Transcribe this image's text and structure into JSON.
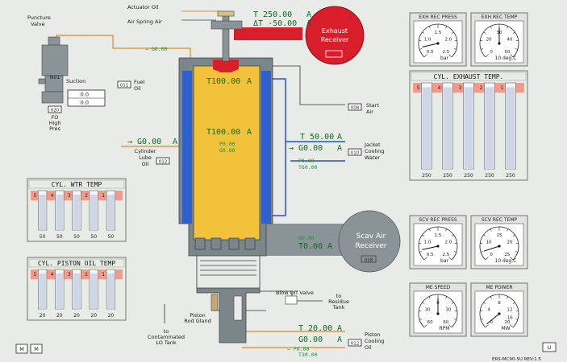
{
  "labels": {
    "puncture_valve": [
      "Puncture",
      "Valve"
    ],
    "actuator_oil": "Actuator Oil",
    "air_spring_air": "Air Spring Air",
    "exhaust_receiver": [
      "Exhaust",
      "Receiver"
    ],
    "suction": "Suction",
    "fuel_oil": [
      "Fuel",
      "Oil"
    ],
    "fo_high_pres": [
      "FO",
      "High",
      "Pres"
    ],
    "no1": "No1",
    "start_air": [
      "Start",
      "Air"
    ],
    "jacket_cooling_water": [
      "Jacket",
      "Cooling",
      "Water"
    ],
    "cylinder_lube_oil": [
      "Cylinder",
      "Lube",
      "Oil"
    ],
    "scav_air_receiver": [
      "Scav Air",
      "Receiver"
    ],
    "blow_off_valve": "Blow Off Valve",
    "to_residue_tank": [
      "to",
      "Residue",
      "Tank"
    ],
    "piston_rod_gland": [
      "Piston",
      "Rod Gland"
    ],
    "to_contaminated_lo_tank": [
      "to",
      "Contaminated",
      "LO Tank"
    ],
    "piston_cooling_oil": [
      "Piston",
      "Cooling",
      "Oil"
    ],
    "footer": "ERS-MC90-5U  REV:1.5"
  },
  "buttons": {
    "id_011": "011",
    "id_020": "020",
    "id_008": "008",
    "id_010": "010",
    "id_012": "012",
    "id_018": "018",
    "id_012b": "012",
    "bottom_left_1": "M",
    "bottom_left_2": "M",
    "bottom_right": "U"
  },
  "values": {
    "exhaust_t": "T 250.00",
    "exhaust_dt": "ΔT -50.00",
    "unit_a": "A",
    "fuel_inlet": "→ G0.00",
    "pump_val1": "0.0",
    "pump_val2": "0.0",
    "cyl_top_t": "T100.00",
    "cyl_mid_t": "T100.00",
    "cyl_p": "P0.00",
    "cyl_g": "G0.00",
    "jacket_t": "T 50.00",
    "jacket_g": "→ G0.00",
    "jacket_p": "P0.00",
    "jacket_t2": "T60.00",
    "lube_g": "→ G0.00",
    "scav_g": "G0.00",
    "scav_t": "T0.00",
    "pco_t": "T 20.00",
    "pco_g": "G0.00",
    "pco_p": "→ P0.00",
    "pco_t2": "T30.00"
  },
  "cyl_wtr_temp": {
    "title": "CYL. WTR TEMP",
    "cylinders": [
      "5",
      "4",
      "3",
      "2",
      "1"
    ],
    "values": [
      "50",
      "50",
      "50",
      "50",
      "50"
    ],
    "level": [
      0.9,
      0.9,
      0.9,
      0.9,
      0.9
    ]
  },
  "cyl_piston_oil_temp": {
    "title": "CYL. PISTON OIL TEMP",
    "cylinders": [
      "5",
      "4",
      "3",
      "2",
      "1"
    ],
    "values": [
      "20",
      "20",
      "20",
      "20",
      "20"
    ],
    "level": [
      0.9,
      0.9,
      0.9,
      0.9,
      0.9
    ]
  },
  "cyl_exhaust_temp": {
    "title": "CYL. EXHAUST TEMP.",
    "cylinders": [
      "5",
      "4",
      "3",
      "2",
      "1"
    ],
    "values": [
      "250",
      "250",
      "250",
      "250",
      "250"
    ],
    "level": [
      0.95,
      0.95,
      0.95,
      0.95,
      0.95
    ]
  },
  "gauges": [
    {
      "key": "exh_rec_press",
      "title": "EXH REC PRESS",
      "min": "0.5",
      "max": "2.5",
      "t1": "1.0",
      "t2": "1.5",
      "t3": "2.0",
      "unit": "bar",
      "frac": 0.12
    },
    {
      "key": "exh_rec_temp",
      "title": "EXH REC TEMP",
      "min": "0",
      "max": "50",
      "t1": "20",
      "t2": "30",
      "t3": "40",
      "unit": "10 deg.C",
      "frac": 0.5
    },
    {
      "key": "scv_rec_press",
      "title": "SCV REC PRESS",
      "min": "0.5",
      "max": "2.5",
      "t1": "1.0",
      "t2": "1.5",
      "t3": "2.0",
      "unit": "bar",
      "frac": 0.12
    },
    {
      "key": "scv_rec_temp",
      "title": "SCV REC TEMP",
      "min": "0",
      "max": "25",
      "t1": "10",
      "t2": "15",
      "t3": "20",
      "unit": "10 deg.C",
      "frac": 0.1
    },
    {
      "key": "me_speed",
      "title": "ME SPEED",
      "min": "60",
      "max": "60",
      "t1": "30",
      "t2": "0",
      "t3": "30",
      "unit": "RPM",
      "frac": 0.5
    },
    {
      "key": "me_power",
      "title": "ME POWER",
      "min": "0",
      "max": "20",
      "t1": "4",
      "t2": "8",
      "t3": "12",
      "t4": "16",
      "unit": "MW",
      "frac": 0.02
    }
  ],
  "colors": {
    "cylinder_fill": "#f2c23a",
    "jacket": "#3060d0",
    "exhaust_red": "#d81e2a",
    "scav_gray": "#8a9498",
    "engine_gray": "#7b868a",
    "fuel_line": "#e08a2a",
    "temp_bar_band": "#f39a8a"
  }
}
